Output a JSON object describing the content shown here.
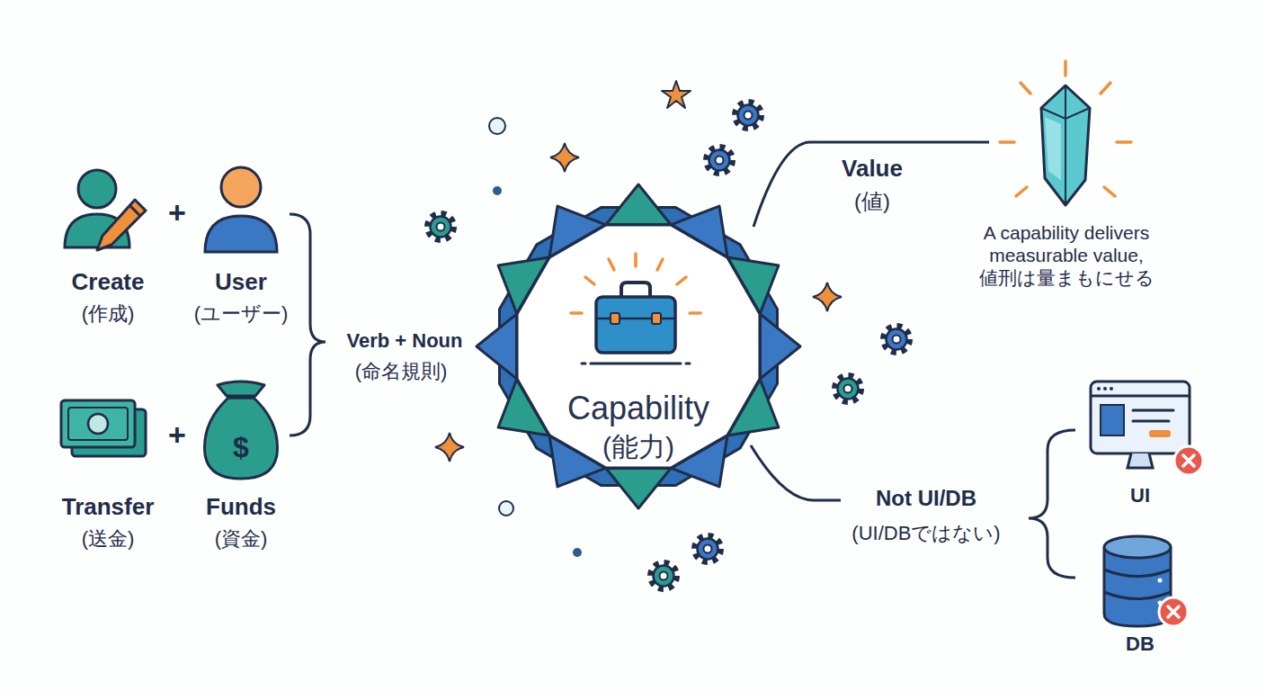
{
  "diagram": {
    "nodes": [
      {
        "text": [
          "Capability",
          "(能力)"
        ]
      }
    ],
    "labels": [
      "Create",
      "(作成)",
      "+",
      "User",
      "(ユーザー)",
      "Transfer",
      "(送金)",
      "+",
      "$",
      "Funds",
      "(資金)",
      "Verb + Noun",
      "(命名規則)",
      "Value",
      "(値)",
      "A capability delivers measurable value, 値刑は量まもにせる",
      "Not UI/DB",
      "(UI/DBではない)",
      "UI",
      "DB"
    ]
  }
}
